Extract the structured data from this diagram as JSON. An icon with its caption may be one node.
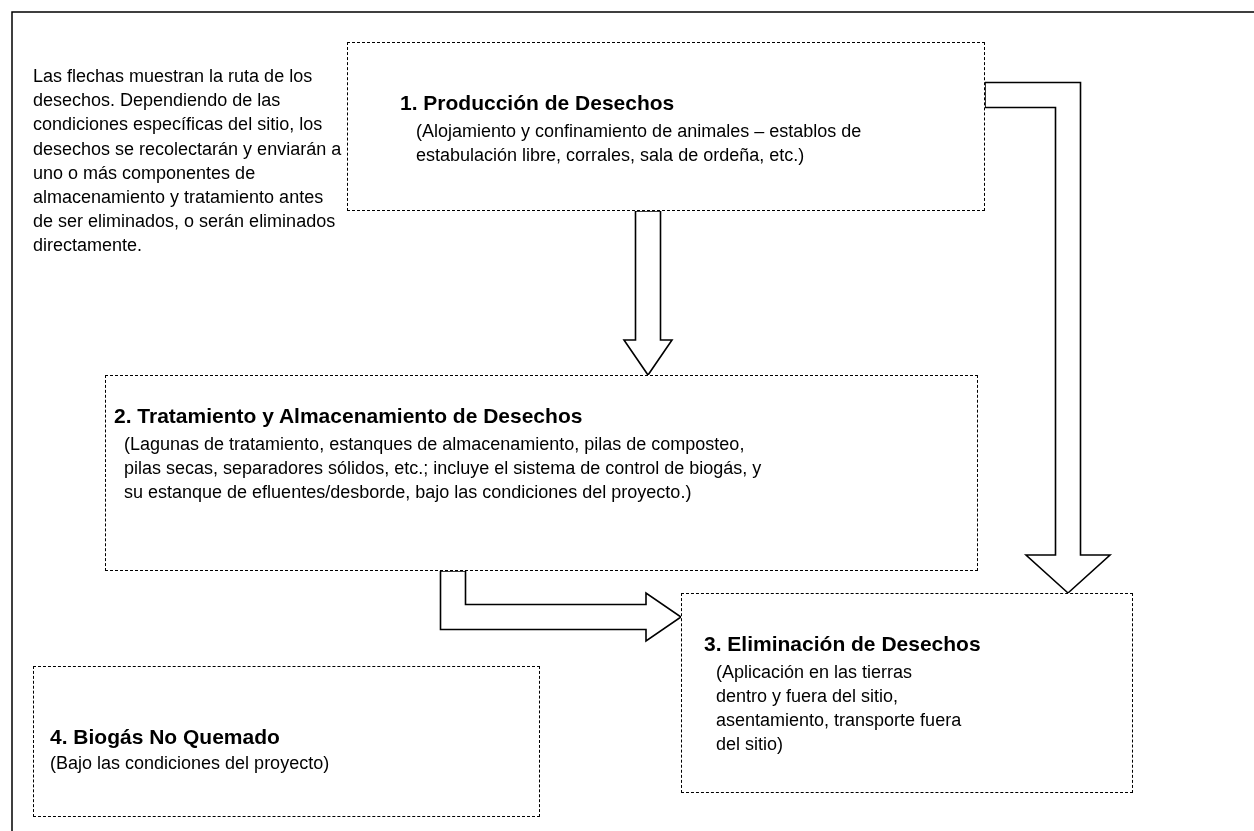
{
  "diagram": {
    "nodes": [
      {
        "text": [
          "1. Producción de Desechos",
          "(Alojamiento y confinamiento de animales – establos de estabulación libre, corrales, sala de ordeña, etc.)"
        ]
      },
      {
        "text": [
          "2. Tratamiento y Almacenamiento de Desechos",
          "(Lagunas de tratamiento, estanques de almacenamiento, pilas de composteo, pilas secas, separadores sólidos, etc.; incluye el sistema de control de biogás, y su estanque de efluentes/desborde, bajo las condiciones del proyecto.)"
        ]
      },
      {
        "text": [
          "3. Eliminación de Desechos",
          "(Aplicación en las tierras dentro y fuera del sitio, asentamiento, transporte fuera del sitio)"
        ]
      },
      {
        "text": [
          "4. Biogás No Quemado",
          "(Bajo las condiciones del proyecto)"
        ]
      }
    ],
    "edges": [
      {
        "from": 0,
        "to": 1,
        "arrow": "to"
      },
      {
        "from": 1,
        "to": 2,
        "arrow": "to"
      },
      {
        "from": 0,
        "to": 2,
        "arrow": "to"
      }
    ],
    "labels": [
      "Las flechas muestran la ruta de los desechos. Dependiendo de las condiciones específicas del sitio, los desechos se recolectarán y enviarán a uno o más componentes de almacenamiento y tratamiento antes de ser eliminados, o serán eliminados directamente."
    ]
  }
}
